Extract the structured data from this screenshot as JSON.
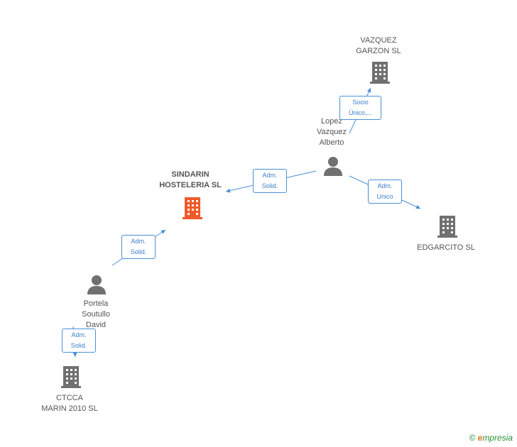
{
  "nodes": {
    "sindarin": {
      "line1": "SINDARIN",
      "line2": "HOSTELERIA SL"
    },
    "vazquez": {
      "line1": "VAZQUEZ",
      "line2": "GARZON SL"
    },
    "edgarcito": {
      "line1": "EDGARCITO SL"
    },
    "ctcca": {
      "line1": "CTCCA",
      "line2": "MARIN 2010 SL"
    },
    "lopez": {
      "line1": "Lopez",
      "line2": "Vazquez",
      "line3": "Alberto"
    },
    "portela": {
      "line1": "Portela",
      "line2": "Soutullo",
      "line3": "David"
    }
  },
  "relations": {
    "lopez_vazquez": {
      "line1": "Socio",
      "line2": "Único,..."
    },
    "lopez_sindarin": {
      "line1": "Adm.",
      "line2": "Solid."
    },
    "lopez_edgarcito": {
      "line1": "Adm.",
      "line2": "Unico"
    },
    "portela_sindarin": {
      "line1": "Adm.",
      "line2": "Solid."
    },
    "portela_ctcca": {
      "line1": "Adm.",
      "line2": "Solid."
    }
  },
  "colors": {
    "main_company": "#f05a2a",
    "company": "#707070",
    "person": "#707070",
    "link": "#4a8fd8"
  },
  "brand": {
    "copyright": "©",
    "name": "mpresia",
    "initial": "e"
  }
}
